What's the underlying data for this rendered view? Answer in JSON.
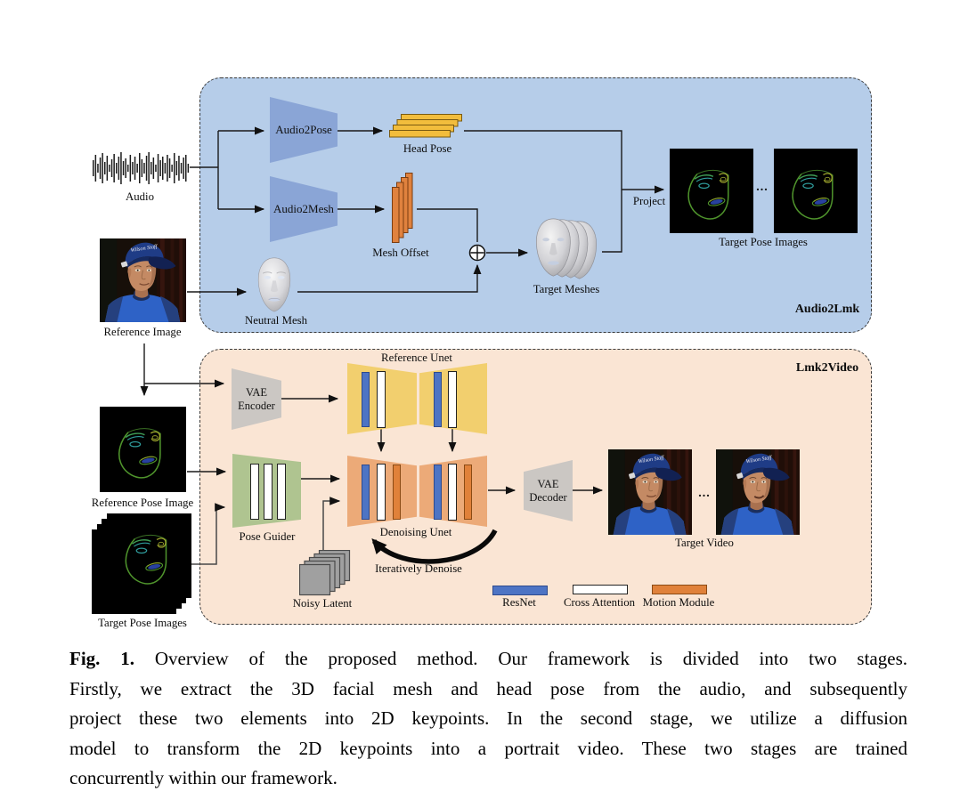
{
  "stage1": {
    "title": "Audio2Lmk",
    "audio2pose": "Audio2Pose",
    "audio2mesh": "Audio2Mesh",
    "labels": {
      "audio": "Audio",
      "reference_image": "Reference Image",
      "head_pose": "Head Pose",
      "mesh_offset": "Mesh Offset",
      "neutral_mesh": "Neutral Mesh",
      "target_meshes": "Target Meshes",
      "project": "Project",
      "target_pose_images": "Target Pose Images",
      "ellipsis": "..."
    }
  },
  "stage2": {
    "title": "Lmk2Video",
    "vae_encoder": "VAE Encoder",
    "vae_decoder": "VAE Decoder",
    "reference_unet": "Reference Unet",
    "denoising_unet": "Denoising Unet",
    "pose_guider": "Pose Guider",
    "labels": {
      "reference_pose_image": "Reference Pose Image",
      "target_pose_images": "Target Pose Images",
      "noisy_latent": "Noisy Latent",
      "iteratively_denoise": "Iteratively Denoise",
      "target_video": "Target Video",
      "ellipsis": "..."
    },
    "legend": [
      {
        "label": "ResNet",
        "color": "#4d74c4"
      },
      {
        "label": "Cross Attention",
        "color": "#ffffff"
      },
      {
        "label": "Motion Module",
        "color": "#e0813a"
      }
    ]
  },
  "portrait": {
    "cap_text": "Wilson Staff"
  },
  "caption": {
    "tag": "Fig. 1.",
    "lines": [
      "Overview of the proposed method. Our framework is divided into two stages.",
      "Firstly, we extract the 3D facial mesh and head pose from the audio, and subsequently",
      "project these two elements into 2D keypoints. In the second stage, we utilize a diffusion",
      "model to transform the 2D keypoints into a portrait video. These two stages are trained",
      "concurrently within our framework."
    ]
  },
  "colors": {
    "stage1_bg": "#b6cde9",
    "stage2_bg": "#fae5d4",
    "audio_encoder_blue": "#8aa5d6",
    "head_pose_yellow": "#f2bd3c",
    "mesh_offset_orange": "#e0823e",
    "reference_unet_yellow": "#f2cf6e",
    "denoising_unet_orange": "#ecaa78",
    "pose_guider_green": "#afc490",
    "vae_gray": "#cbc7c3",
    "resnet_blue": "#4d74c4",
    "cross_attention_white": "#ffffff",
    "motion_module_orange": "#e0813a"
  }
}
